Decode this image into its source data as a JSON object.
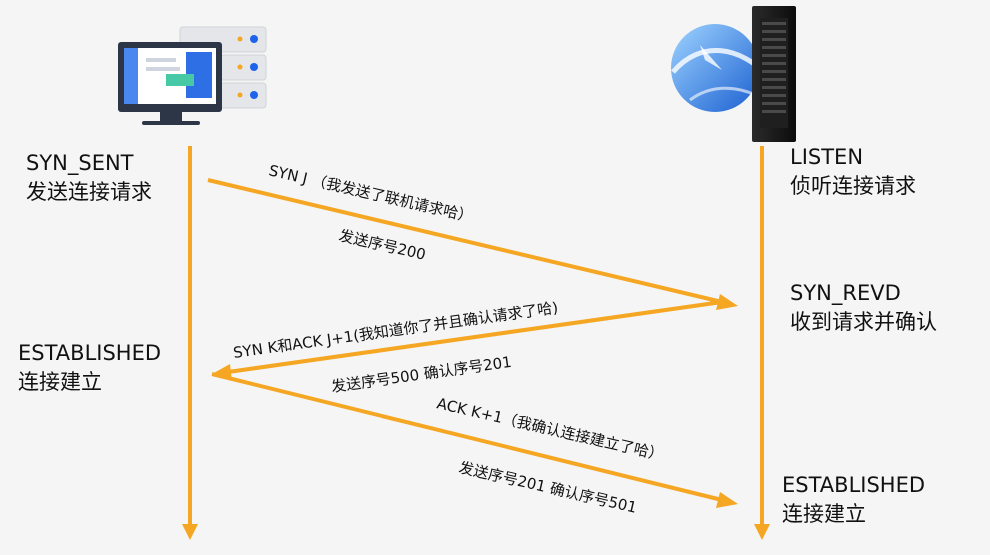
{
  "colors": {
    "timeline": "#F5A623",
    "arrow": "#F5A623",
    "background": "#F5F5F5"
  },
  "icons": {
    "client": "desktop-computer-icon",
    "server": "globe-server-icon"
  },
  "client": {
    "state1_line1": "SYN_SENT",
    "state1_line2": "发送连接请求",
    "state2_line1": "ESTABLISHED",
    "state2_line2": "连接建立"
  },
  "server": {
    "state1_line1": "LISTEN",
    "state1_line2": "侦听连接请求",
    "state2_line1": "SYN_REVD",
    "state2_line2": "收到请求并确认",
    "state3_line1": "ESTABLISHED",
    "state3_line2": "连接建立"
  },
  "messages": {
    "m1_line1": "SYN J  （我发送了联机请求哈）",
    "m1_line2": "发送序号200",
    "m2_line1": "SYN K和ACK J+1(我知道你了并且确认请求了哈)",
    "m2_line2": "发送序号500  确认序号201",
    "m3_line1": "ACK K+1（我确认连接建立了哈）",
    "m3_line2": "发送序号201  确认序号501"
  }
}
